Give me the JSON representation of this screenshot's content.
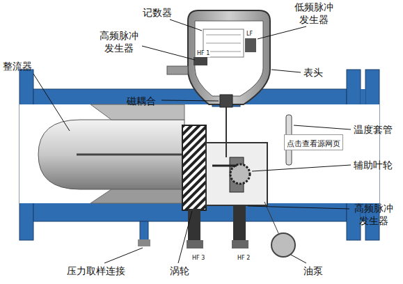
{
  "diagram": {
    "nodes": [
      {
        "text": [
          "点击查看源网页"
        ]
      }
    ],
    "labels": [
      "记数器",
      "低频脉冲 发生器",
      "高频脉冲 发生器",
      "表头",
      "磁耦合",
      "整流器",
      "LF",
      "HF 1",
      "温度套管",
      "辅助叶轮",
      "高频脉冲 发生器",
      "HF 3",
      "HF 2",
      "压力取样连接",
      "涡轮",
      "油泵"
    ]
  }
}
